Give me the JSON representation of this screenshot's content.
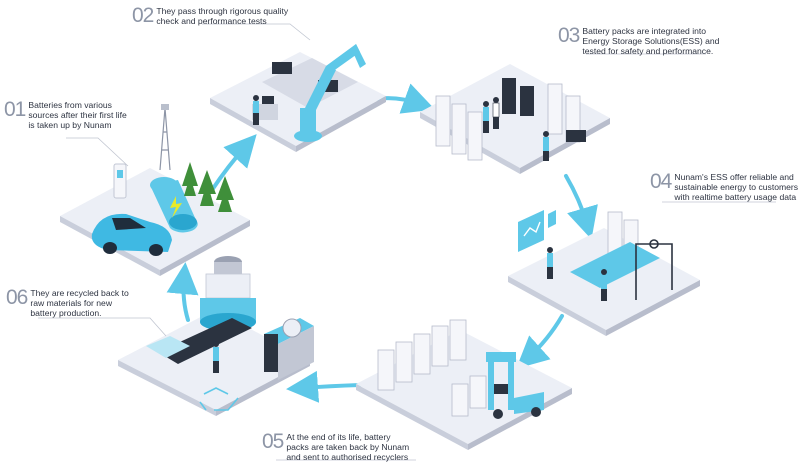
{
  "colors": {
    "accent": "#5ec8e8",
    "accent_dark": "#2aa6cf",
    "platform_top": "#eceff6",
    "platform_side": "#c9cedb",
    "green": "#3f8f3a",
    "lightning": "#e7ea2a",
    "label_number": "#8d95a6",
    "label_text": "#2e3442"
  },
  "steps": [
    {
      "number": "01",
      "lines": [
        "Batteries from various",
        "sources after their first life",
        "is taken up by Nunam"
      ]
    },
    {
      "number": "02",
      "lines": [
        "They pass through rigorous quality",
        "check and performance tests"
      ]
    },
    {
      "number": "03",
      "lines": [
        "Battery packs are integrated into",
        "Energy Storage Solutions(ESS) and",
        "tested for safety and performance."
      ]
    },
    {
      "number": "04",
      "lines": [
        "Nunam's ESS offer reliable and",
        "sustainable energy to customers",
        "with realtime battery usage data"
      ]
    },
    {
      "number": "05",
      "lines": [
        "At the end of its life, battery",
        "packs are taken back by Nunam",
        "and sent to authorised recyclers"
      ]
    },
    {
      "number": "06",
      "lines": [
        "They are recycled back to",
        "raw materials for new",
        "battery production."
      ]
    }
  ],
  "icons": [
    "lightning-icon",
    "recycle-arrows-icon",
    "chart-screen-icon"
  ]
}
